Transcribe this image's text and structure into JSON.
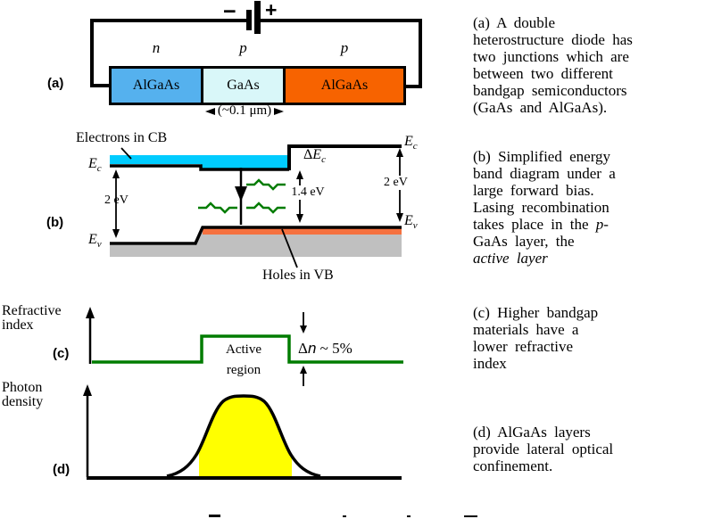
{
  "diagram": {
    "a": {
      "panel_label": "(a)",
      "battery": {
        "minus": "−",
        "plus": "+"
      },
      "doping": [
        "n",
        "p",
        "p"
      ],
      "materials": [
        "AlGaAs",
        "GaAs",
        "AlGaAs"
      ],
      "width_label": "(~0.1 μm)"
    },
    "b": {
      "panel_label": "(b)",
      "electrons_label": "Electrons in CB",
      "holes_label": "Holes in VB",
      "e": "E",
      "c": "c",
      "v": "v",
      "delta": "Δ",
      "gap_left": "2 eV",
      "gap_mid": "1.4 eV",
      "gap_right": "2 eV"
    },
    "c": {
      "panel_label": "(c)",
      "axis_line1": "Refractive",
      "axis_line2": "index",
      "active_line1": "Active",
      "active_line2": "region",
      "delta": "Δ",
      "n_var": "n",
      "delta_n_rest": " ~ 5%"
    },
    "d": {
      "panel_label": "(d)",
      "axis_line1": "Photon",
      "axis_line2": "density"
    },
    "colors": {
      "algaas_n_box": "#55B1EE",
      "gaas_box": "#D9F7F9",
      "algaas_p_box": "#F76300",
      "electron_band_fill": "#00CCFF",
      "hole_strip_fill": "#F5713F",
      "valence_gray": "#C0C0C0",
      "green_line": "#007C00",
      "photon_fill": "#FFFF00"
    }
  },
  "captions": [
    {
      "id": "a",
      "lines": [
        [
          {
            "t": "(a) A double"
          }
        ],
        [
          {
            "t": "heterostructure diode has"
          }
        ],
        [
          {
            "t": "two junctions which are"
          }
        ],
        [
          {
            "t": "between two different"
          }
        ],
        [
          {
            "t": "bandgap semiconductors"
          }
        ],
        [
          {
            "t": "(GaAs and AlGaAs)."
          }
        ]
      ]
    },
    {
      "id": "b",
      "lines": [
        [
          {
            "t": "(b) Simplified energy"
          }
        ],
        [
          {
            "t": "band diagram under a"
          }
        ],
        [
          {
            "t": "large forward bias."
          }
        ],
        [
          {
            "t": "Lasing recombination"
          }
        ],
        [
          {
            "t": "takes place in the "
          },
          {
            "t": "p-",
            "i": true
          }
        ],
        [
          {
            "t": "GaAs layer, the"
          }
        ],
        [
          {
            "t": "active layer",
            "i": true
          }
        ]
      ]
    },
    {
      "id": "c",
      "lines": [
        [
          {
            "t": "(c) Higher bandgap"
          }
        ],
        [
          {
            "t": "materials have a"
          }
        ],
        [
          {
            "t": "lower refractive"
          }
        ],
        [
          {
            "t": "index"
          }
        ]
      ]
    },
    {
      "id": "d",
      "lines": [
        [
          {
            "t": "(d) AlGaAs layers"
          }
        ],
        [
          {
            "t": "provide lateral optical"
          }
        ],
        [
          {
            "t": "confinement."
          }
        ]
      ]
    }
  ]
}
